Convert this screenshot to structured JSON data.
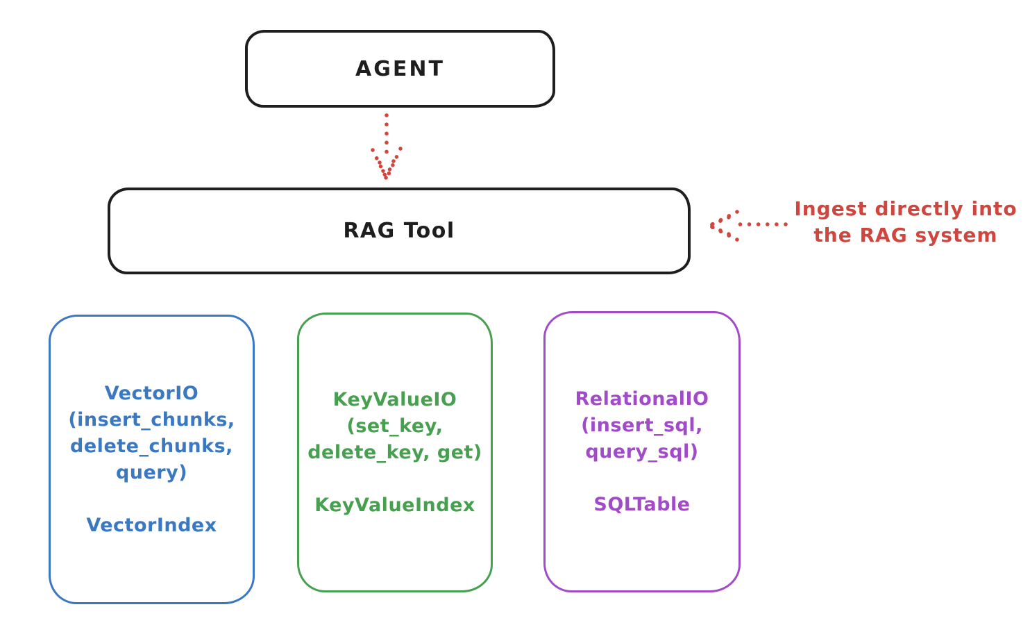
{
  "colors": {
    "ink": "#1e1e1e",
    "red": "#d0453e",
    "blue": "#3a78c2",
    "green": "#47a04f",
    "purple": "#a24bc8",
    "background": "#ffffff"
  },
  "agent_box": {
    "label": "AGENT"
  },
  "rag_box": {
    "label": "RAG Tool"
  },
  "annotation": {
    "lines": [
      "Ingest directly into",
      "the RAG system"
    ]
  },
  "arrows": [
    {
      "name": "agent-to-rag-arrow",
      "direction": "down",
      "style": "dotted"
    },
    {
      "name": "annotation-to-rag-arrow",
      "direction": "left",
      "style": "dotted"
    }
  ],
  "storage_boxes": [
    {
      "name": "vector-io-box",
      "color": "#3a78c2",
      "lines": [
        "VectorIO",
        "(insert_chunks,",
        "delete_chunks,",
        "query)"
      ],
      "index_label": "VectorIndex"
    },
    {
      "name": "keyvalue-io-box",
      "color": "#47a04f",
      "lines": [
        "KeyValueIO",
        "(set_key,",
        "delete_key, get)"
      ],
      "index_label": "KeyValueIndex"
    },
    {
      "name": "relational-io-box",
      "color": "#a24bc8",
      "lines": [
        "RelationalIO",
        "(insert_sql,",
        "query_sql)"
      ],
      "index_label": "SQLTable"
    }
  ]
}
